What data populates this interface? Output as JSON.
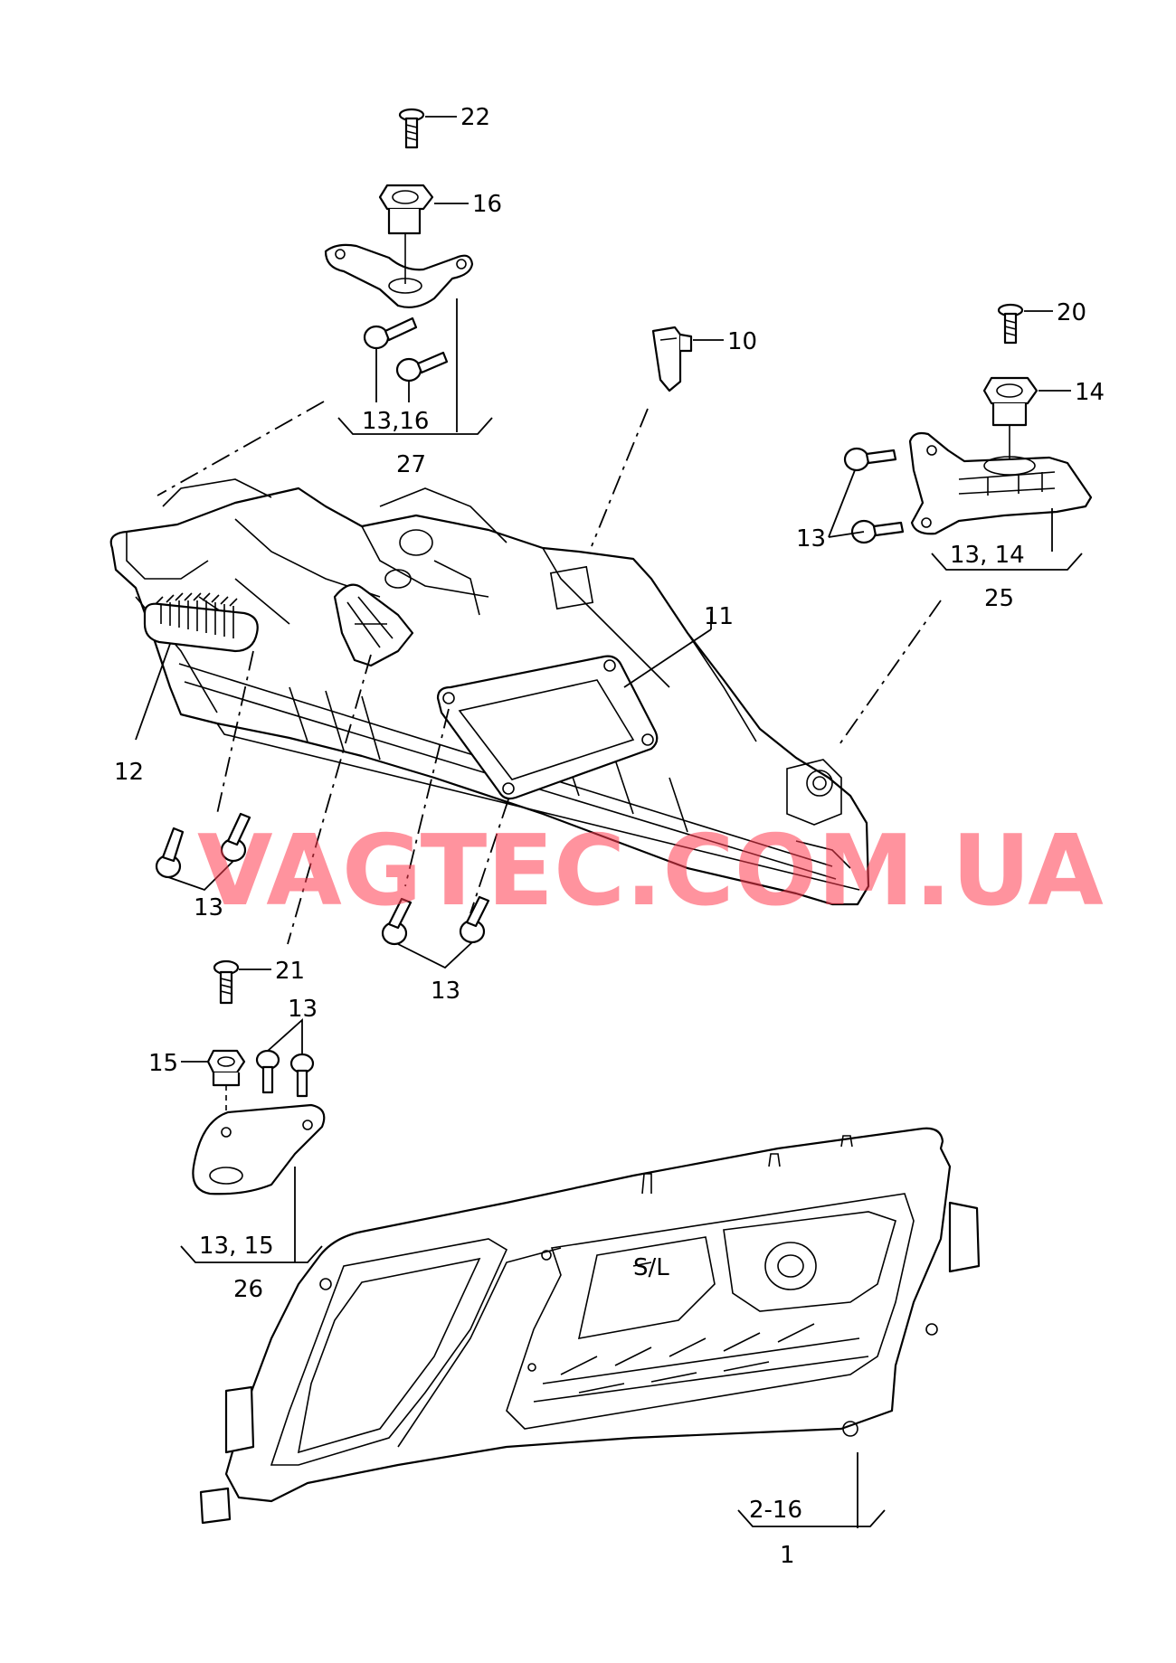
{
  "labels": {
    "l1": "1",
    "l2_16": "2-16",
    "l10": "10",
    "l11": "11",
    "l12": "12",
    "l13_a": "13",
    "l13_b": "13",
    "l13_c": "13",
    "l13_d": "13",
    "l13_14": "13, 14",
    "l13_15": "13, 15",
    "l13_16": "13,16",
    "l14": "14",
    "l15": "15",
    "l16": "16",
    "l20": "20",
    "l21": "21",
    "l22": "22",
    "l25": "25",
    "l26": "26",
    "l27": "27"
  },
  "watermark": "VAGTEC.COM.UA",
  "colors": {
    "line": "#000000",
    "watermark": "#ff3b4e",
    "background": "#ffffff"
  }
}
